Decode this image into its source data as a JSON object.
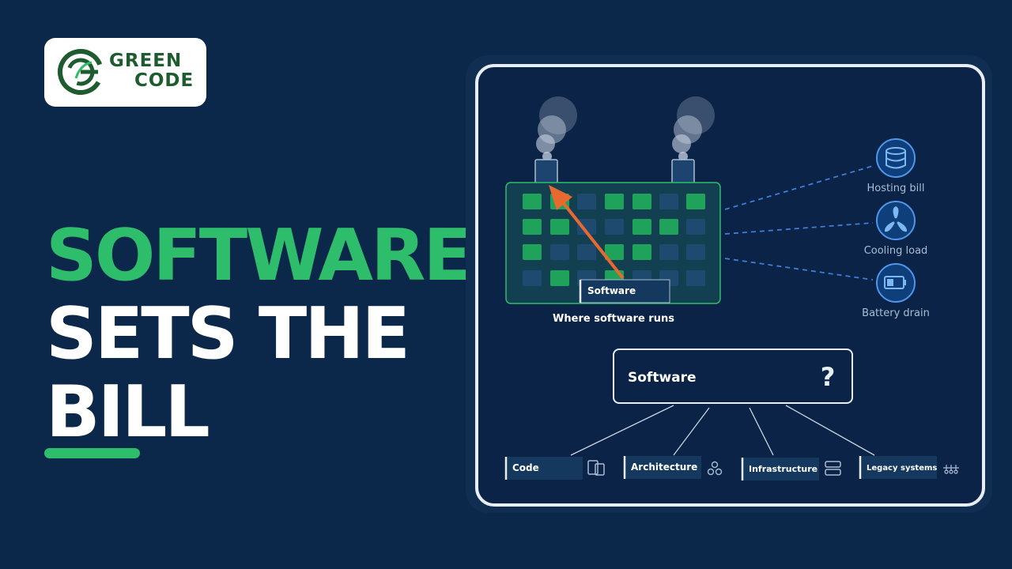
{
  "brand": {
    "logo_line1": "GREEN",
    "logo_line2": "CODE"
  },
  "headline": {
    "line1": "SOFTWARE",
    "line2": "SETS THE",
    "line3": "BILL"
  },
  "colors": {
    "background": "#0b274a",
    "accent_green": "#2ebd6b",
    "arrow_orange": "#e8692f",
    "line_blue": "#3d7ed8"
  },
  "diagram": {
    "building_caption": "Where software runs",
    "building_label": "Software",
    "impacts": [
      {
        "label": "Hosting bill",
        "icon": "database-icon"
      },
      {
        "label": "Cooling load",
        "icon": "fan-icon"
      },
      {
        "label": "Battery drain",
        "icon": "battery-icon"
      }
    ],
    "question_box": {
      "label": "Software",
      "symbol": "?"
    },
    "categories": [
      {
        "label": "Code",
        "icon": "devices-icon"
      },
      {
        "label": "Architecture",
        "icon": "nodes-icon"
      },
      {
        "label": "Infrastructure",
        "icon": "server-icon"
      },
      {
        "label": "Legacy systems",
        "icon": "legacy-network-icon"
      }
    ]
  }
}
